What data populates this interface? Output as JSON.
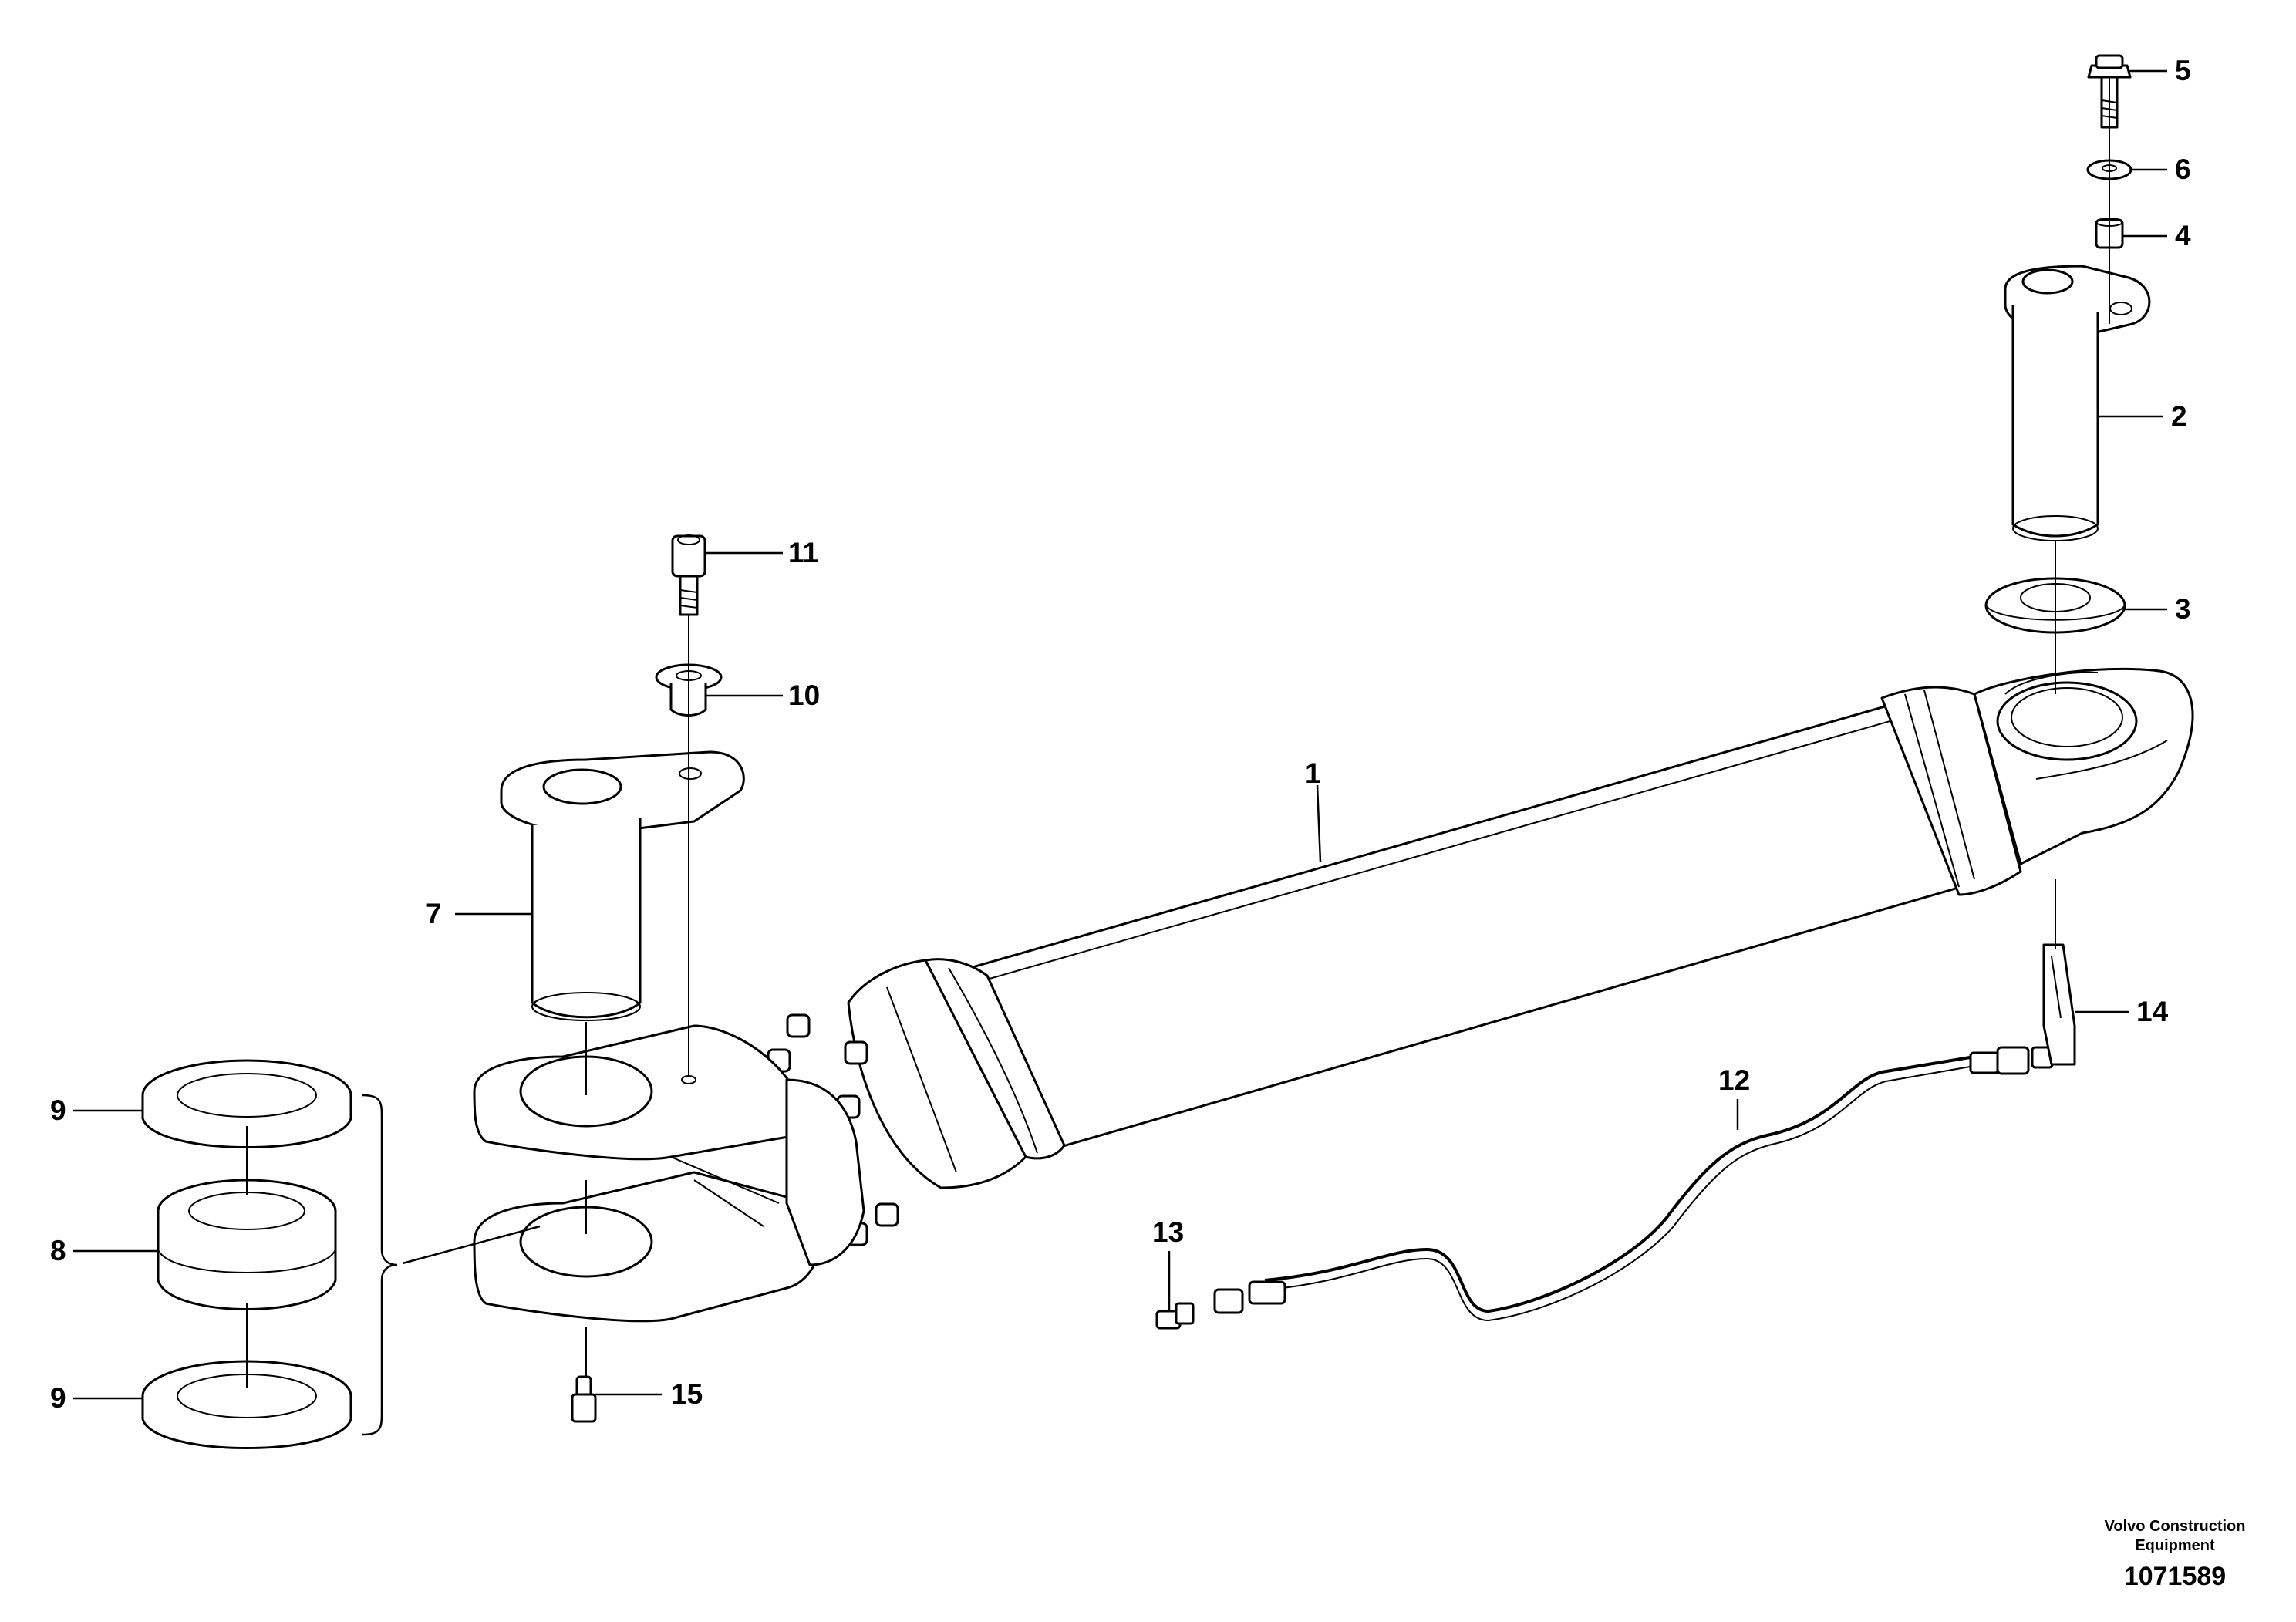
{
  "callouts": {
    "c1": "1",
    "c2": "2",
    "c3": "3",
    "c4": "4",
    "c5": "5",
    "c6": "6",
    "c7": "7",
    "c8": "8",
    "c9a": "9",
    "c9b": "9",
    "c10": "10",
    "c11": "11",
    "c12": "12",
    "c13": "13",
    "c14": "14",
    "c15": "15"
  },
  "footer": {
    "brand_line1": "Volvo Construction",
    "brand_line2": "Equipment",
    "figure_number": "1071589"
  }
}
